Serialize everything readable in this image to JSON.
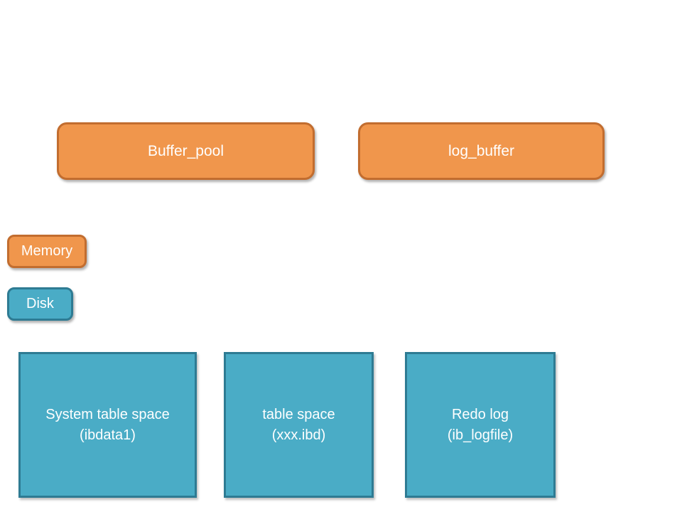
{
  "colors": {
    "orange_fill": "#F0964C",
    "orange_border": "#C26D2F",
    "teal_fill": "#4AACC6",
    "teal_border": "#2E7B93",
    "divider": "#000000",
    "text": "#FFFFFF"
  },
  "memory": {
    "section_label": "Memory",
    "buffer_pool_label": "Buffer_pool",
    "log_buffer_label": "log_buffer"
  },
  "disk": {
    "section_label": "Disk",
    "boxes": [
      {
        "name": "System table space",
        "detail": "(ibdata1)"
      },
      {
        "name": "table space",
        "detail": "(xxx.ibd)"
      },
      {
        "name": "Redo log",
        "detail": "(ib_logfile)"
      }
    ]
  }
}
